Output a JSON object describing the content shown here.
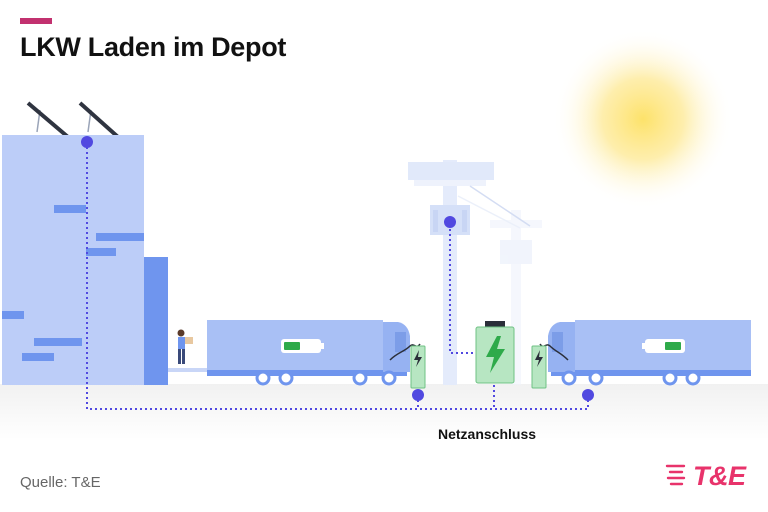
{
  "title": "LKW Laden im Depot",
  "labels": {
    "grid_connection": "Netzanschluss"
  },
  "source": "Quelle: T&E",
  "logo": {
    "text": "T&E"
  },
  "colors": {
    "accent": "#c2316f",
    "building": "#bccdf8",
    "building_dark": "#6f95ee",
    "truck_body": "#a9c0f5",
    "truck_cab": "#96b2f2",
    "charger": "#b7e6c2",
    "charger_border": "#6fc284",
    "bolt": "#2eaa4a",
    "pole": "#e4ebfb",
    "connector": "#5149e0",
    "sun": "#fbe37a",
    "ground": "#f3f3f3",
    "logo": "#e8336b"
  },
  "icons": {
    "sun": "sun-icon",
    "battery": "battery-icon",
    "bolt": "lightning-bolt-icon",
    "solar": "solar-panel-icon"
  }
}
